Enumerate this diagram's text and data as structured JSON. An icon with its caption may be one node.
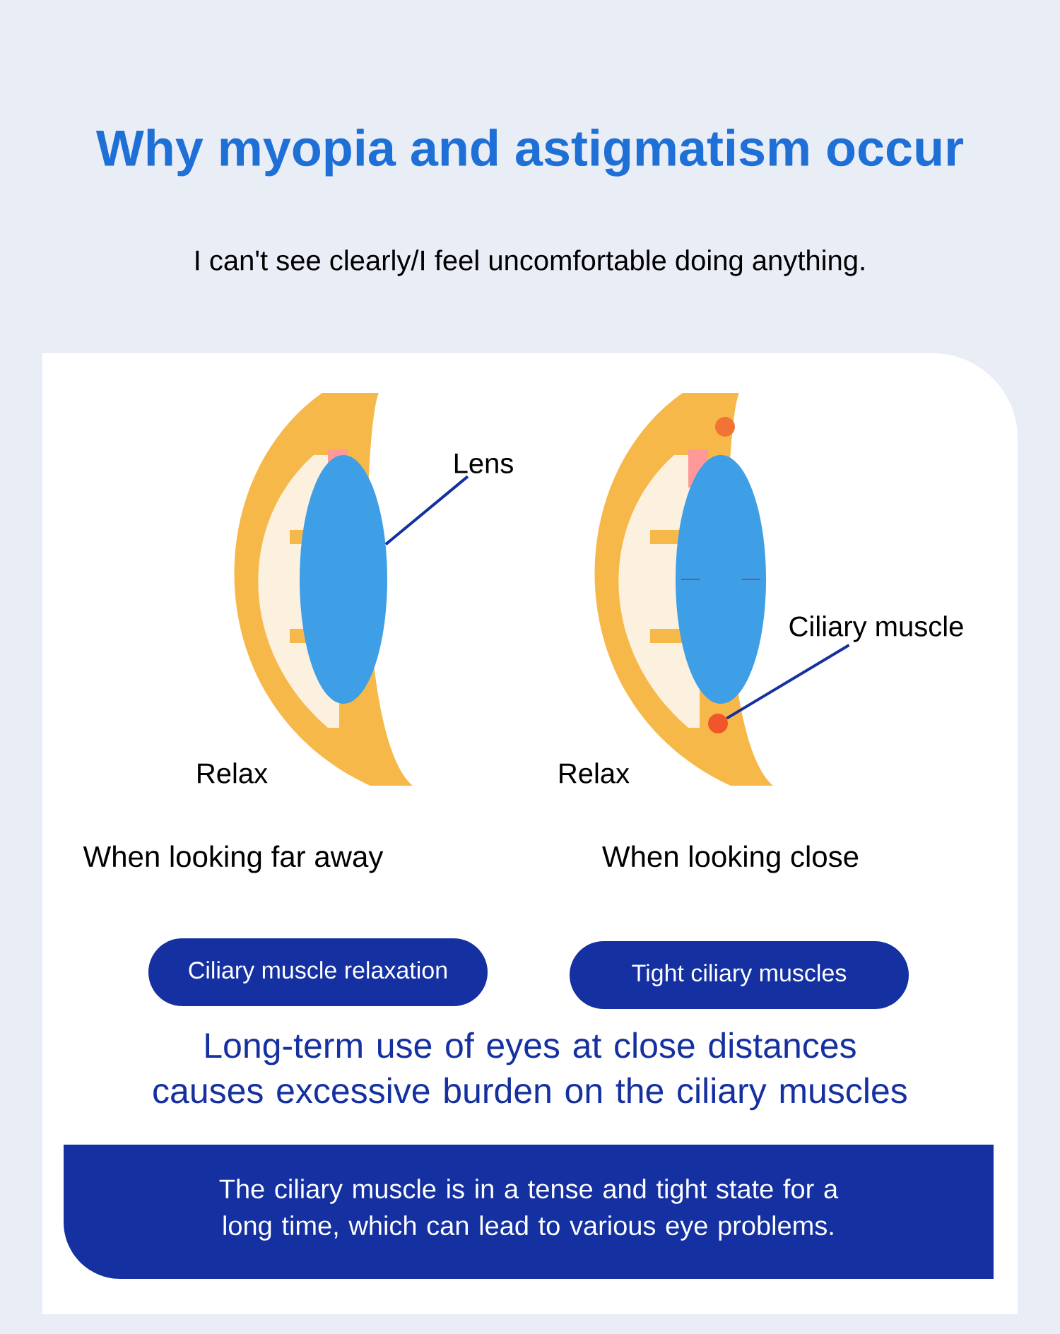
{
  "diagram": {
    "title": "Why myopia and astigmatism occur",
    "nodes": [
      {
        "text": [
          "Lens"
        ]
      },
      {
        "text": [],
        "shape": "ellipse"
      },
      {
        "text": [
          "Ciliary muscle"
        ]
      },
      {
        "text": [],
        "shape": "circle"
      },
      {
        "text": [
          "Ciliary muscle relaxation"
        ]
      },
      {
        "text": [
          "Tight ciliary muscles"
        ]
      },
      {
        "text": [
          "The ciliary muscle is in a tense and tight state for a long time, which can lead to various eye problems."
        ]
      }
    ],
    "edges": [
      {
        "from": 0,
        "to": 1,
        "arrow": "none"
      },
      {
        "from": 2,
        "to": 3,
        "arrow": "none"
      }
    ],
    "labels": [
      "I can't see clearly/I feel uncomfortable doing anything.",
      "Relax",
      "Relax",
      "When looking far away",
      "When looking close",
      "Long-term use of eyes at close distances causes excessive burden on the ciliary muscles"
    ]
  }
}
